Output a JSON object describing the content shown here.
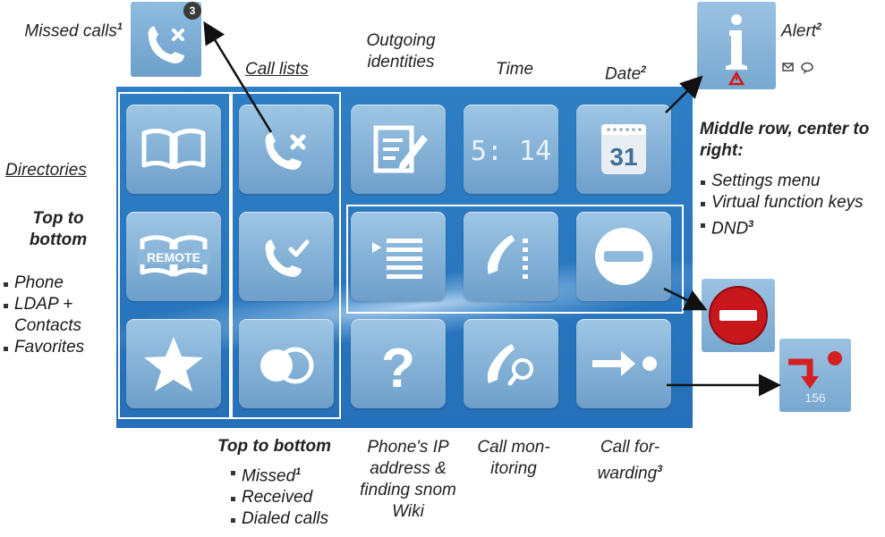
{
  "labels": {
    "missed_calls": "Missed calls",
    "missed_calls_sup": "1",
    "call_lists": "Call lists",
    "outgoing_identities": "Outgoing identities",
    "time": "Time",
    "date": "Date",
    "date_sup": "2",
    "alert": "Alert",
    "alert_sup": "2",
    "directories": "Directories",
    "top_to_bottom": "Top to bottom",
    "middle_row_title": "Middle row, center to right:",
    "phones_ip": "Phone's IP address & finding snom Wiki",
    "call_monitoring": "Call mon-itoring",
    "call_forwarding": "Call for-warding",
    "call_forwarding_sup": "3"
  },
  "directories_list": [
    "Phone",
    "LDAP + Contacts",
    "Favorites"
  ],
  "middle_row_list": [
    "Settings menu",
    "Virtual function keys",
    "DND"
  ],
  "middle_row_dnd_sup": "3",
  "call_lists_title": "Top to bottom",
  "call_lists_list": [
    "Missed",
    "Received",
    "Dialed calls"
  ],
  "call_lists_missed_sup": "1",
  "tiles": {
    "time_display": "5: 14",
    "calendar_day": "31",
    "remote_text": "REMOTE"
  },
  "badges": {
    "missed_count": "3",
    "forward_number": "156"
  },
  "icons": [
    "directory-book-icon",
    "remote-directory-icon",
    "favorites-star-icon",
    "missed-call-icon",
    "received-call-icon",
    "dialed-calls-icon",
    "outgoing-identity-icon",
    "clock-icon",
    "calendar-icon",
    "settings-menu-icon",
    "function-keys-icon",
    "dnd-icon",
    "help-icon",
    "call-monitor-icon",
    "call-forward-icon"
  ],
  "colors": {
    "screen_blue": "#2b79c0",
    "tile_blue": "#8db9dd",
    "dnd_red": "#c8161d",
    "forward_red": "#d42020",
    "alert_red": "#d01818"
  }
}
